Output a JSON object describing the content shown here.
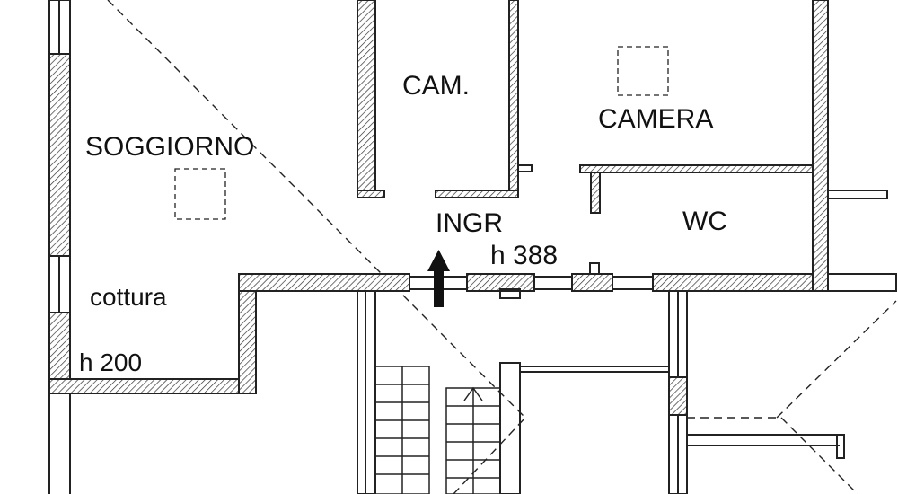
{
  "rooms": {
    "soggiorno": "SOGGIORNO",
    "cam_small": "CAM.",
    "camera": "CAMERA",
    "ingresso": "INGR",
    "wc": "WC",
    "cottura": "cottura"
  },
  "heights": {
    "main": "h 388",
    "cottura": "h 200"
  },
  "symbols": {
    "entrance": "arrow-up-icon",
    "skylight": "dashed-square-icon"
  }
}
